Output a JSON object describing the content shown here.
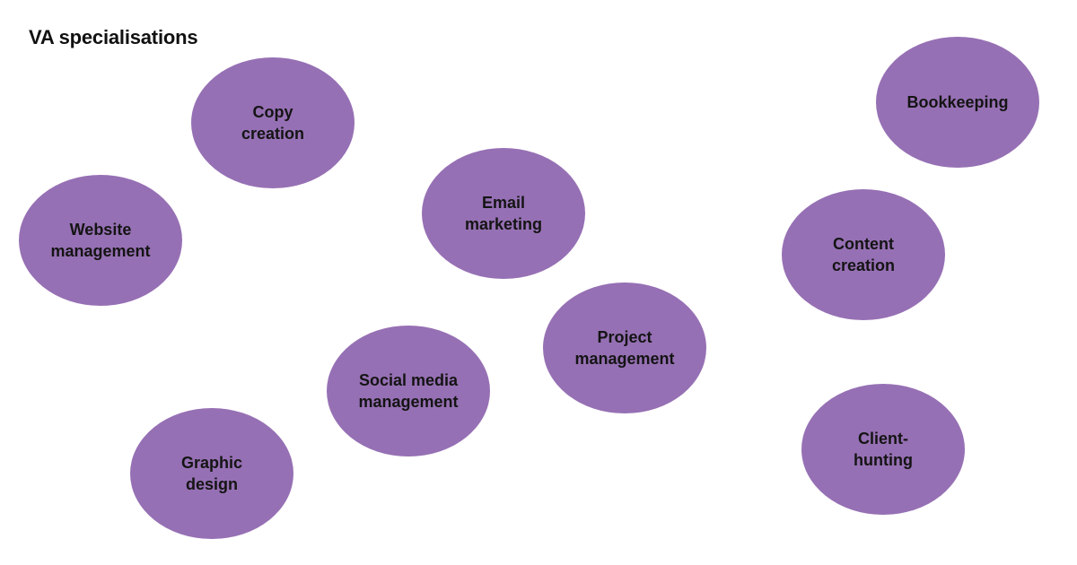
{
  "title": "VA specialisations",
  "colors": {
    "bubble_fill": "#9670B4",
    "text": "#141414"
  },
  "bubbles": {
    "copy_creation": "Copy\ncreation",
    "bookkeeping": "Bookkeeping",
    "email_marketing": "Email\nmarketing",
    "website_management": "Website\nmanagement",
    "content_creation": "Content\ncreation",
    "project_management": "Project\nmanagement",
    "social_media_management": "Social media\nmanagement",
    "client_hunting": "Client-\nhunting",
    "graphic_design": "Graphic\ndesign"
  }
}
